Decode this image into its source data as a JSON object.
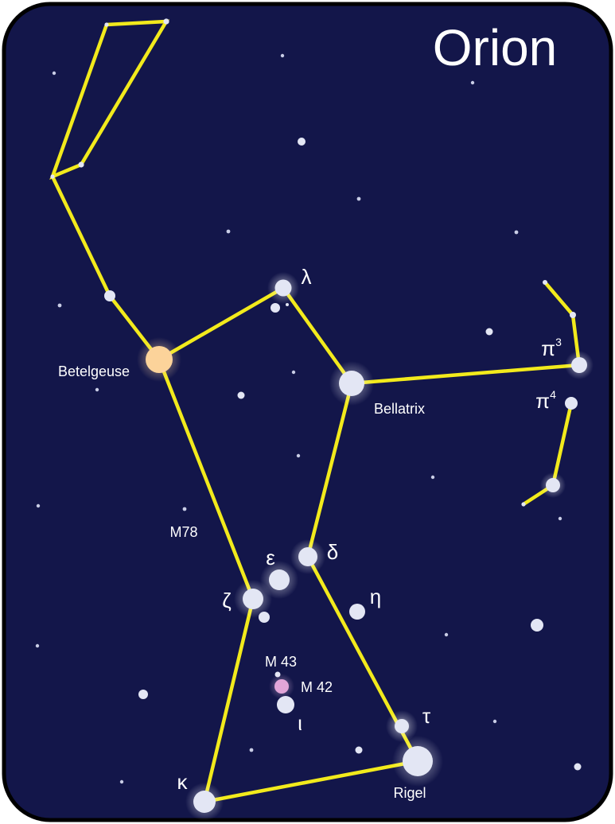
{
  "title": "Orion",
  "colors": {
    "sky": "#13164a",
    "border": "#000000",
    "line": "#f2ea1c",
    "star": "#e3e6f4",
    "betelgeuse": "#fcd39a",
    "m42": "#e2a5d8",
    "label": "#ffffff"
  },
  "labels": {
    "betelgeuse": "Betelgeuse",
    "bellatrix": "Bellatrix",
    "rigel": "Rigel",
    "lambda": "λ",
    "pi3_base": "π",
    "pi3_sup": "3",
    "pi4_base": "π",
    "pi4_sup": "4",
    "m78": "M78",
    "epsilon": "ε",
    "delta": "δ",
    "zeta": "ζ",
    "eta": "η",
    "m43": "M 43",
    "m42": "M 42",
    "iota": "ι",
    "tau": "τ",
    "kappa": "κ"
  }
}
